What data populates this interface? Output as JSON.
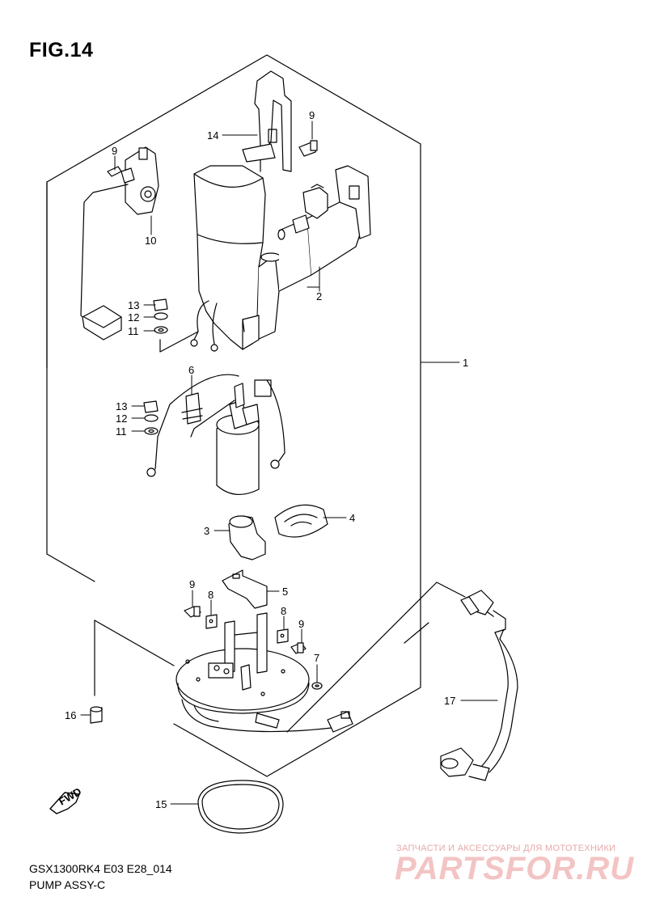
{
  "figure": {
    "title": "FIG.14",
    "model_code": "GSX1300RK4 E03 E28_014",
    "assembly_name": "PUMP ASSY-C"
  },
  "watermark": {
    "tagline": "ЗАПЧАСТИ И АКСЕССУАРЫ ДЛЯ МОТОТЕХНИКИ",
    "brand": "PARTSFOR.RU"
  },
  "fwd_label": "FWD",
  "callouts": [
    {
      "id": "c14",
      "label": "14"
    },
    {
      "id": "c9a",
      "label": "9"
    },
    {
      "id": "c9b",
      "label": "9"
    },
    {
      "id": "c10",
      "label": "10"
    },
    {
      "id": "c2",
      "label": "2"
    },
    {
      "id": "c13a",
      "label": "13"
    },
    {
      "id": "c12a",
      "label": "12"
    },
    {
      "id": "c11a",
      "label": "11"
    },
    {
      "id": "c1",
      "label": "1"
    },
    {
      "id": "c6",
      "label": "6"
    },
    {
      "id": "c13b",
      "label": "13"
    },
    {
      "id": "c12b",
      "label": "12"
    },
    {
      "id": "c11b",
      "label": "11"
    },
    {
      "id": "c4",
      "label": "4"
    },
    {
      "id": "c3",
      "label": "3"
    },
    {
      "id": "c9c",
      "label": "9"
    },
    {
      "id": "c5",
      "label": "5"
    },
    {
      "id": "c8a",
      "label": "8"
    },
    {
      "id": "c8b",
      "label": "8"
    },
    {
      "id": "c9d",
      "label": "9"
    },
    {
      "id": "c7",
      "label": "7"
    },
    {
      "id": "c17",
      "label": "17"
    },
    {
      "id": "c16",
      "label": "16"
    },
    {
      "id": "c15",
      "label": "15"
    }
  ]
}
